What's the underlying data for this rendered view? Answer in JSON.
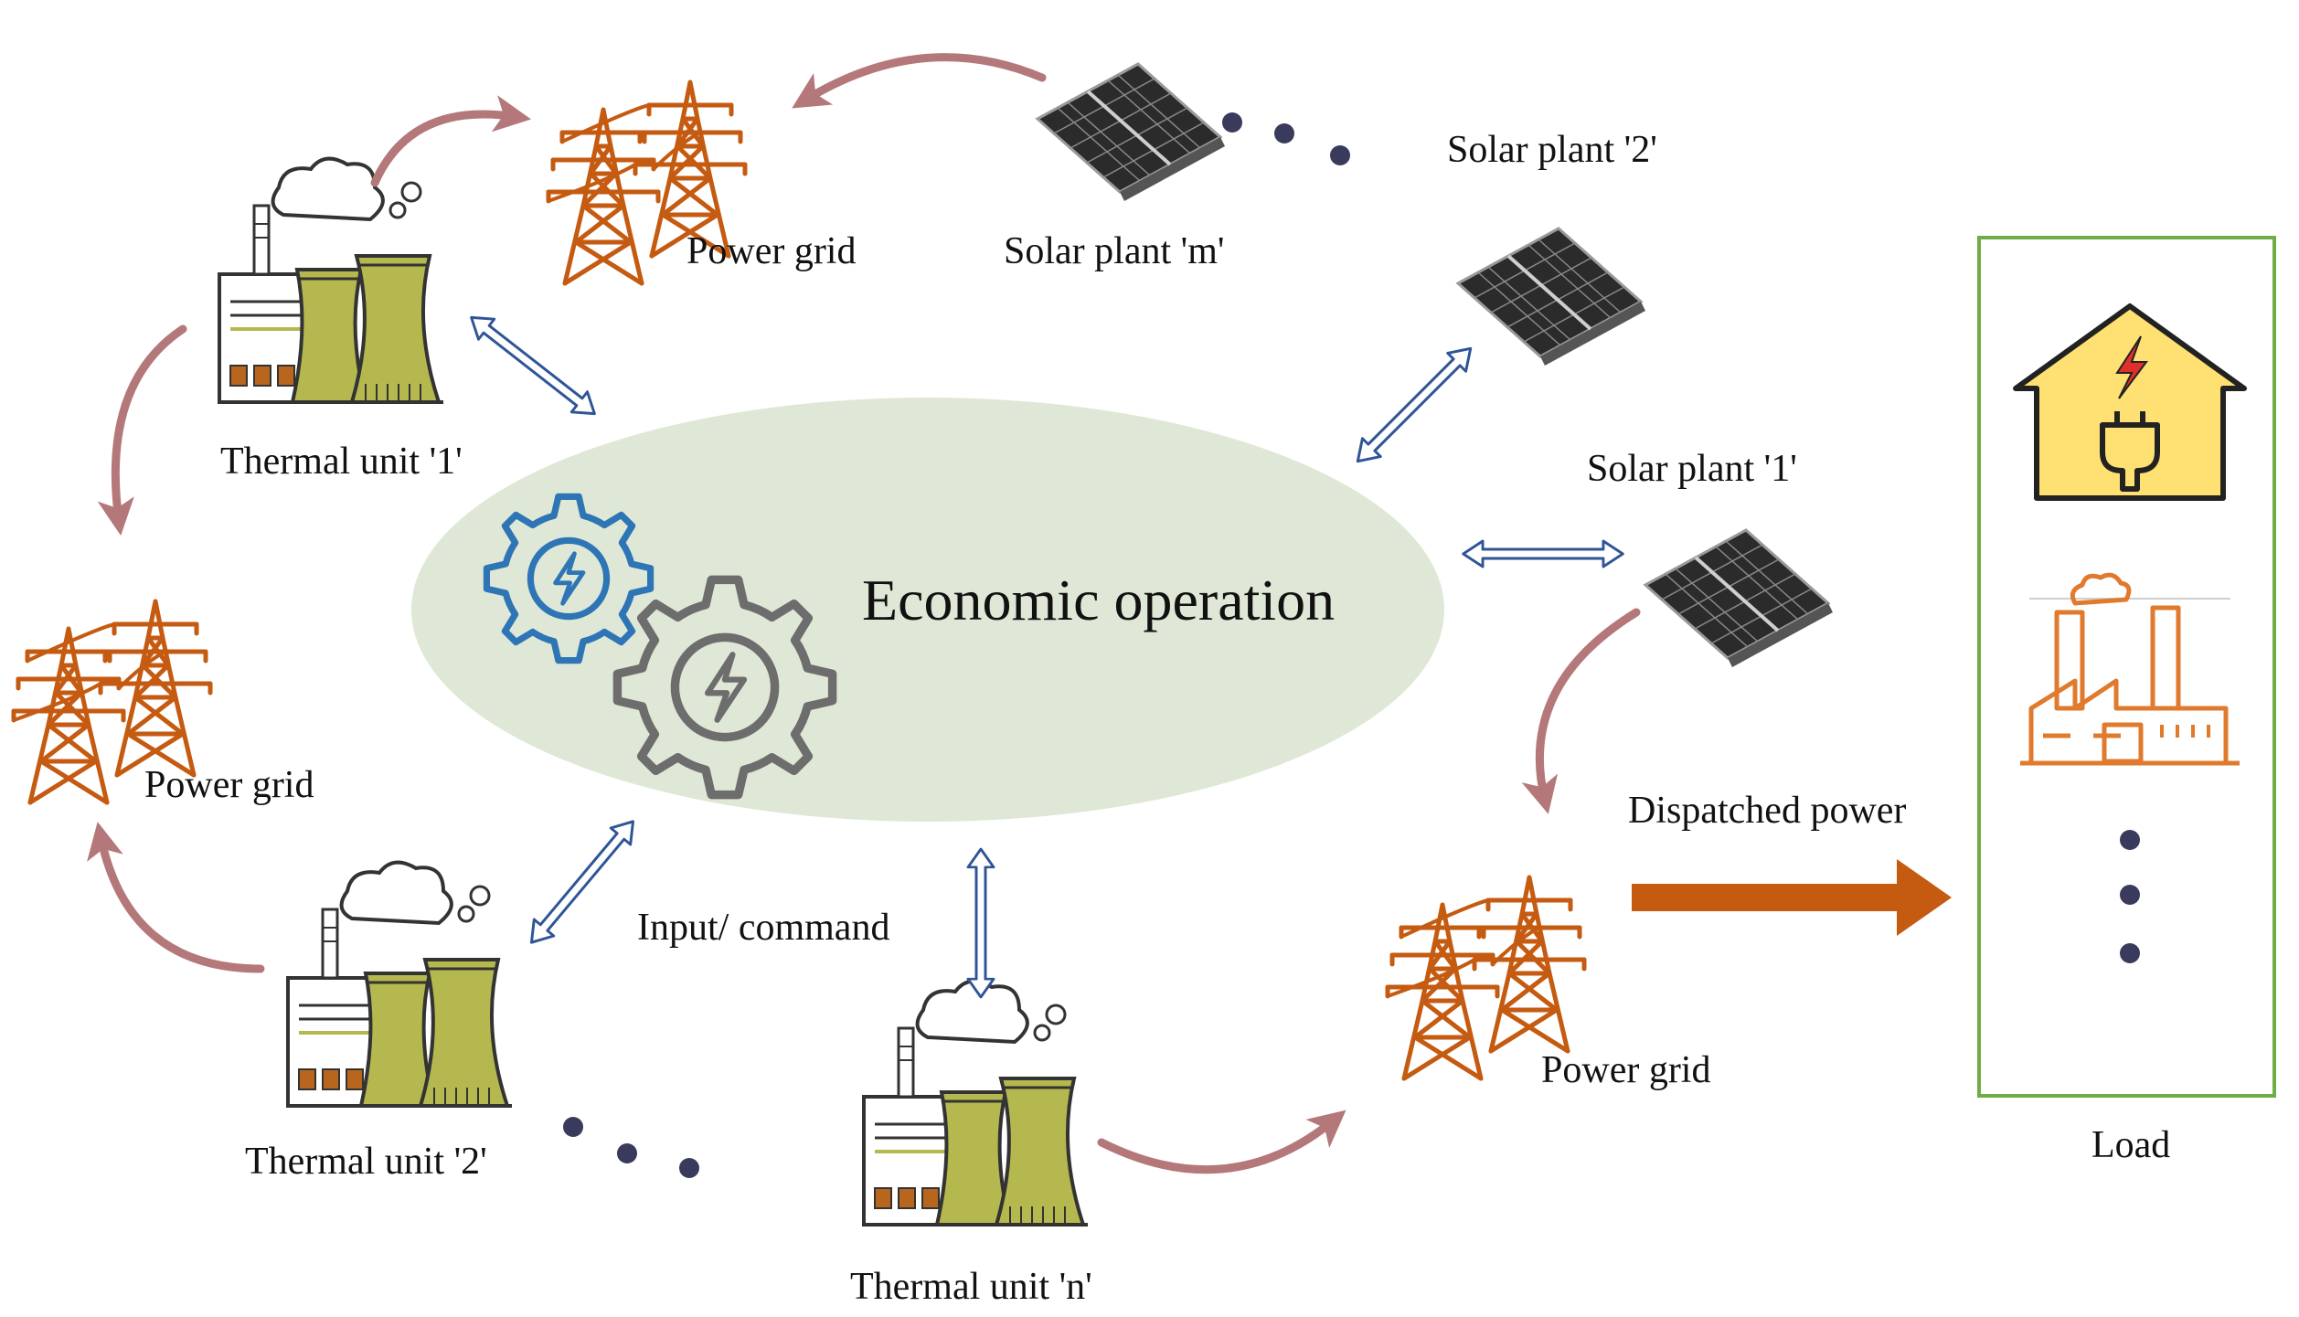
{
  "center": {
    "title": "Economic operation"
  },
  "labels": {
    "power_grid_top": "Power grid",
    "power_grid_left": "Power grid",
    "power_grid_right": "Power grid",
    "thermal_1": "Thermal unit '1'",
    "thermal_2": "Thermal unit '2'",
    "thermal_n": "Thermal unit 'n'",
    "solar_m": "Solar plant 'm'",
    "solar_2": "Solar plant '2'",
    "solar_1": "Solar plant '1'",
    "input_command": "Input/ command",
    "dispatched_power": "Dispatched power",
    "load": "Load"
  },
  "icons": {
    "gear_blue": "gear-lightning-icon",
    "gear_grey": "gear-lightning-icon",
    "tower": "transmission-tower-icon",
    "thermal": "thermal-power-plant-icon",
    "solar": "solar-panel-icon",
    "house": "house-plug-icon",
    "factory": "factory-icon",
    "ellipsis": "ellipsis-dots"
  },
  "colors": {
    "ellipse": "#dfe8d6",
    "gear_blue": "#2e75b6",
    "gear_grey": "#6d6d6d",
    "tower": "#c55a11",
    "curved_arrow": "#b4787a",
    "double_arrow": "#2f5597",
    "dispatch_arrow": "#c55a11",
    "load_border": "#70ad47",
    "house_fill": "#ffe072",
    "plant_fill": "#b5b84e",
    "dots": "#3a3a5c"
  }
}
